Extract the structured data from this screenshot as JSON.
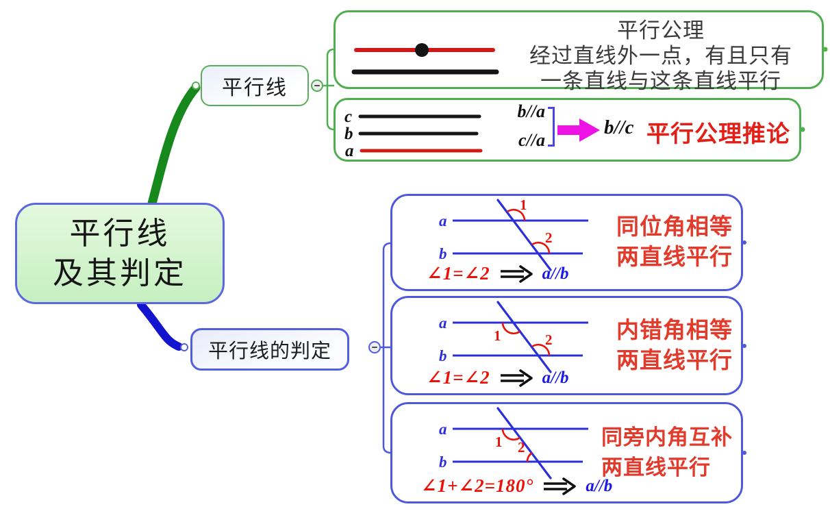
{
  "root_node": {
    "line1": "平行线",
    "line2": "及其判定"
  },
  "parallel_branch": {
    "node_label": "平行线",
    "axiom": {
      "title": "平行公理",
      "desc_line1": "经过直线外一点，有且只有",
      "desc_line2": "一条直线与这条直线平行"
    },
    "corollary": {
      "line_c_label": "c",
      "line_b_label": "b",
      "line_a_label": "a",
      "premise_top": "b//a",
      "premise_bottom": "c//a",
      "conclusion": "b//c",
      "title": "平行公理推论"
    }
  },
  "determination_branch": {
    "node_label": "平行线的判定",
    "rules": [
      {
        "label_a": "a",
        "label_b": "b",
        "angle1": "1",
        "angle2": "2",
        "condition": "∠1=∠2",
        "conclusion": "a//b",
        "result_line1": "同位角相等",
        "result_line2": "两直线平行"
      },
      {
        "label_a": "a",
        "label_b": "b",
        "angle1": "1",
        "angle2": "2",
        "condition": "∠1=∠2",
        "conclusion": "a//b",
        "result_line1": "内错角相等",
        "result_line2": "两直线平行"
      },
      {
        "label_a": "a",
        "label_b": "b",
        "angle1": "1",
        "angle2": "2",
        "condition": "∠1+∠2=180°",
        "conclusion": "a//b",
        "result_line1": "同旁内角互补",
        "result_line2": "两直线平行"
      }
    ]
  },
  "colors": {
    "green_branch": "#17891c",
    "blue_branch": "#1414cf",
    "green_border": "#4fae4f",
    "blue_border": "#4d58dd",
    "node_border_blue": "#525ee0",
    "red_text": "#e23b2c",
    "red_deep": "#ea1208",
    "red_line": "#cf1818",
    "blue_line": "#2b2fd9",
    "blue_conclusion": "#1a1ae8",
    "magenta": "#ec13e4",
    "dark_text": "#3b3b3b",
    "black": "#141414"
  }
}
